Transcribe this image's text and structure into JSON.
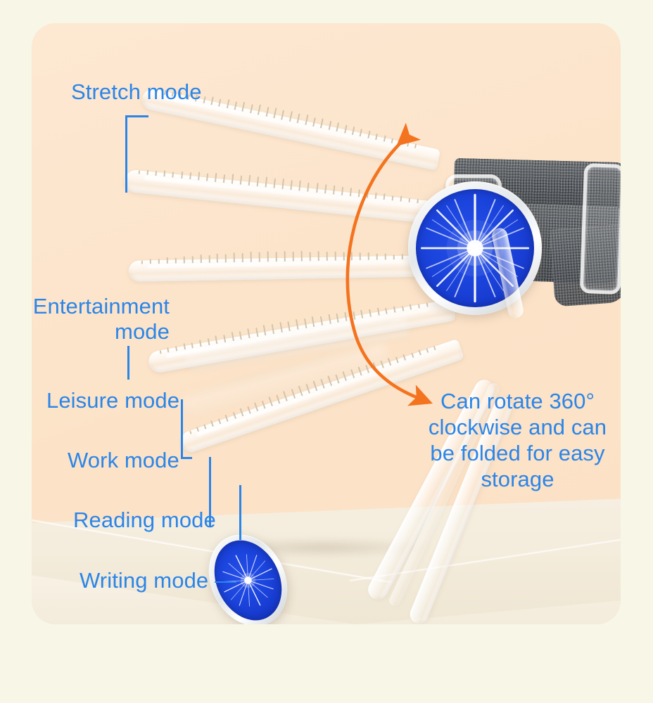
{
  "page": {
    "background_color": "#f7f6e7",
    "card_color": "#fde8d2",
    "accent_text_color": "#2b85e8",
    "arrow_color": "#f4731f",
    "disc_color": "#1b44dd",
    "strap_color": "#565b60"
  },
  "annotations": {
    "stretch_mode": "Stretch mode",
    "entertainment_mode": "Entertainment\nmode",
    "leisure_mode": "Leisure mode",
    "work_mode": "Work mode",
    "reading_mode": "Reading mode",
    "writing_mode": "Writing mode —",
    "rotation_note": "Can rotate 360°\nclockwise and can\nbe folded for easy\nstorage"
  },
  "icons": {
    "rotation_arrow": "double-curved-arrow-icon",
    "starburst": "starburst-icon",
    "leader_line": "leader-line-icon"
  },
  "product": {
    "disc_top_label": "starburst-disc",
    "disc_bottom_label": "folded-starburst-disc",
    "strap_label": "velcro-wrist-strap",
    "blade_count": 6
  }
}
